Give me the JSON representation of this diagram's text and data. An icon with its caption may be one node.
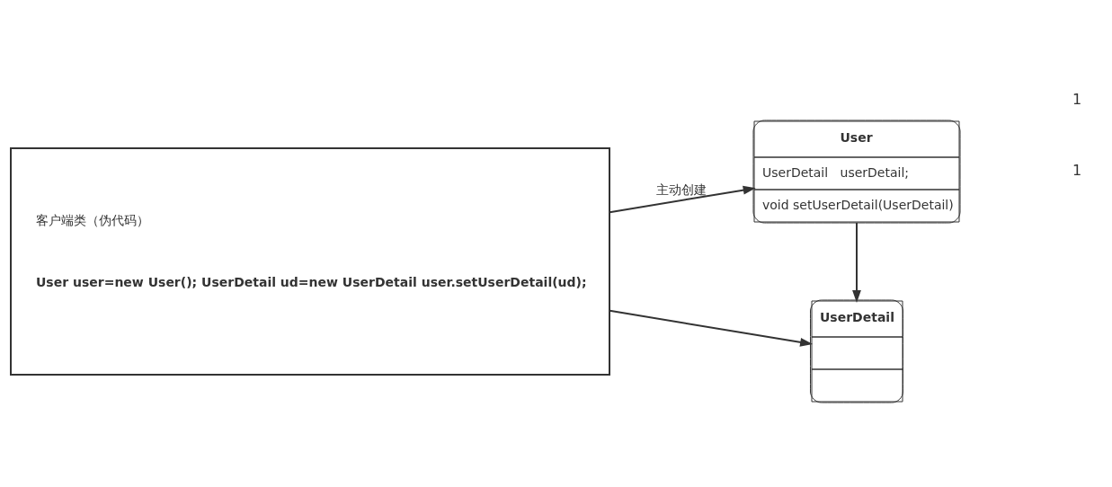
{
  "diagram": {
    "nodes": [
      {
        "text": [
          "客户端类（伪代码）",
          "User user=new User(); UserDetail ud=new UserDetail user.setUserDetail(ud);"
        ]
      },
      {
        "text": [
          "User",
          "UserDetail   userDetail;",
          "void setUserDetail(UserDetail)"
        ]
      },
      {
        "text": [
          "UserDetail"
        ]
      }
    ],
    "edges": [
      {
        "from": 0,
        "to": 1,
        "arrow": "to",
        "label": "主动创建"
      },
      {
        "from": 0,
        "to": 2,
        "arrow": "to"
      },
      {
        "from": 1,
        "to": 2,
        "arrow": "to"
      }
    ],
    "labels": [
      "1",
      "1"
    ]
  }
}
